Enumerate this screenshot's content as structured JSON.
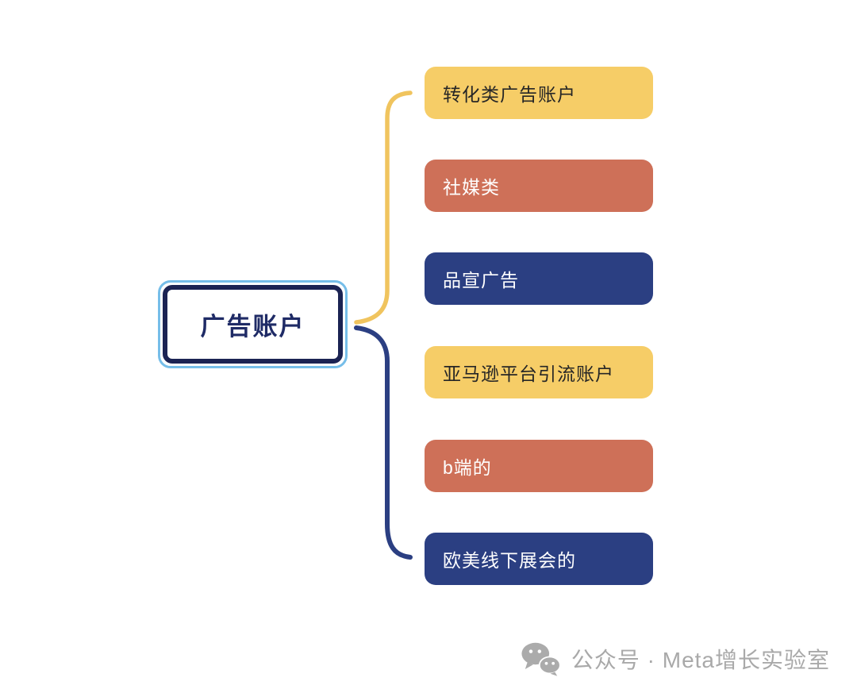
{
  "diagram": {
    "root": {
      "label": "广告账户",
      "selected": true
    },
    "branches": [
      {
        "label": "转化类广告账户",
        "color": "yellow"
      },
      {
        "label": "社媒类",
        "color": "terracotta"
      },
      {
        "label": "品宣广告",
        "color": "navy"
      },
      {
        "label": "亚马逊平台引流账户",
        "color": "yellow"
      },
      {
        "label": "b端的",
        "color": "terracotta"
      },
      {
        "label": "欧美线下展会的",
        "color": "navy"
      }
    ],
    "colors": {
      "yellow": "#F6CD67",
      "terracotta": "#CE7058",
      "navy": "#2B3F82",
      "root_border": "#1B2353",
      "root_text": "#1F2B66",
      "selection_outline": "#76BEE9",
      "connector_top": "#F0C45E",
      "connector_bottom": "#2B3F82",
      "yellow_text": "#262626",
      "light_text": "#FFFFFF"
    }
  },
  "watermark": {
    "icon": "wechat-icon",
    "text": "公众号 · Meta增长实验室",
    "color": "#A9A9A9"
  }
}
